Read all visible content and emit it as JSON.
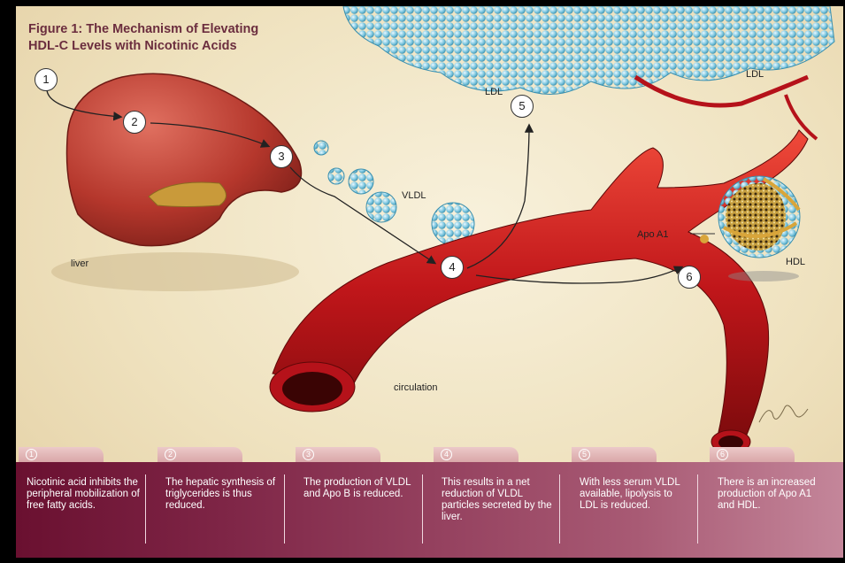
{
  "figure": {
    "title_line1": "Figure 1: The Mechanism of Elevating",
    "title_line2": "HDL-C Levels with Nicotinic Acids"
  },
  "labels": {
    "liver": "liver",
    "ldl_top": "LDL",
    "ldl_right": "LDL",
    "vldl": "VLDL",
    "apo_a1": "Apo A1",
    "hdl": "HDL",
    "circulation": "circulation"
  },
  "step_markers": [
    "1",
    "2",
    "3",
    "4",
    "5",
    "6"
  ],
  "steps": [
    {
      "num": "1",
      "text": "Nicotinic acid inhibits the peripheral mobilization of free fatty acids."
    },
    {
      "num": "2",
      "text": "The hepatic synthesis of triglycerides is thus reduced."
    },
    {
      "num": "3",
      "text": "The production of VLDL and Apo B is reduced."
    },
    {
      "num": "4",
      "text": "This results in a net reduction of VLDL particles secreted by the liver."
    },
    {
      "num": "5",
      "text": "With less serum VLDL available, lipolysis to LDL is reduced."
    },
    {
      "num": "6",
      "text": "There is an increased production of Apo A1 and HDL."
    }
  ],
  "colors": {
    "title": "#6b2d3e",
    "liver": "#a8302a",
    "vessel": "#c01a1a",
    "lipoprotein": "#8fd0e6",
    "panel_start": "#6a1030",
    "panel_end": "#c4869a"
  }
}
